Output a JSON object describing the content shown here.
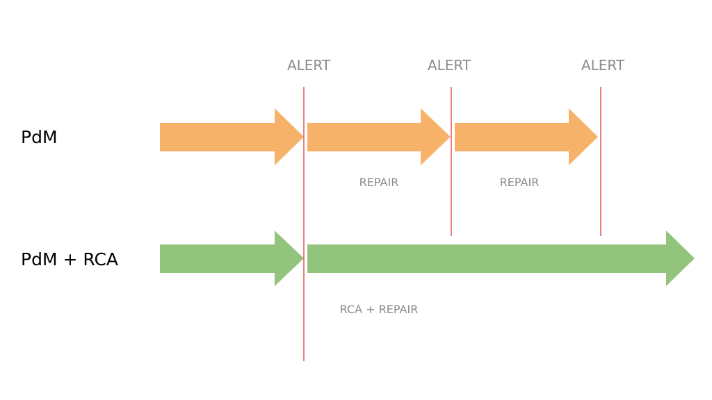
{
  "colors": {
    "pdm_arrow": "#F7B26A",
    "rca_arrow": "#93C47D",
    "alert_line": "#E0383E",
    "muted_text": "#8A8A8A",
    "row_text": "#000000"
  },
  "rows": {
    "pdm": {
      "label": "PdM"
    },
    "pdm_rca": {
      "label": "PdM + RCA"
    }
  },
  "alerts": [
    {
      "label": "ALERT"
    },
    {
      "label": "ALERT"
    },
    {
      "label": "ALERT"
    }
  ],
  "steps": {
    "repair_1": "REPAIR",
    "repair_2": "REPAIR",
    "rca_repair": "RCA + REPAIR"
  }
}
